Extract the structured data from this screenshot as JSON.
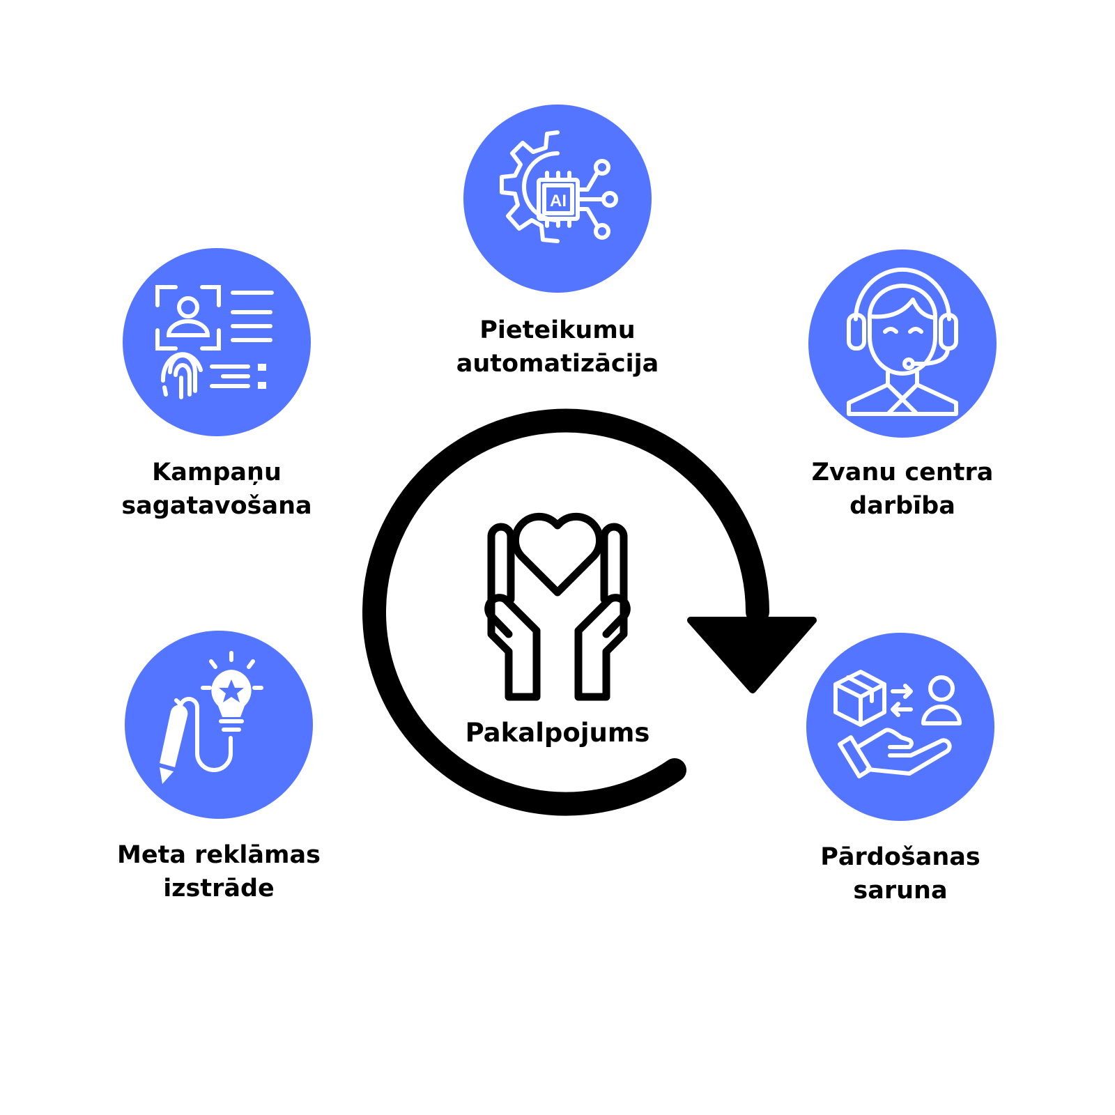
{
  "colors": {
    "accent": "#5475FF",
    "icon_stroke": "#FFFFFF",
    "ink": "#000000"
  },
  "center": {
    "label": "Pakalpojums",
    "icon": "hands-heart-icon",
    "cycle": "cycle-arrow-icon"
  },
  "nodes": [
    {
      "id": "automation",
      "icon": "ai-gear-chip-icon",
      "label_lines": [
        "Pieteikumu",
        "automatizācija"
      ]
    },
    {
      "id": "campaign",
      "icon": "profile-document-icon",
      "label_lines": [
        "Kampaņu",
        "sagatavošana"
      ]
    },
    {
      "id": "callcenter",
      "icon": "headset-agent-icon",
      "label_lines": [
        "Zvanu centra",
        "darbība"
      ]
    },
    {
      "id": "ads",
      "icon": "idea-bulb-pencil-icon",
      "label_lines": [
        "Meta reklāmas",
        "izstrāde"
      ]
    },
    {
      "id": "sales",
      "icon": "box-exchange-hand-icon",
      "label_lines": [
        "Pārdošanas",
        "saruna"
      ]
    }
  ]
}
